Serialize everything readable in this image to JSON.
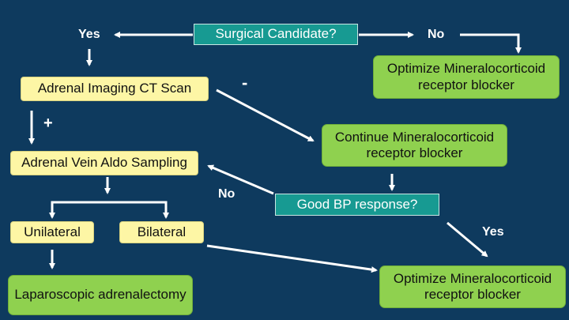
{
  "nodes": {
    "surgical_candidate": "Surgical Candidate?",
    "adrenal_imaging": "Adrenal Imaging CT Scan",
    "optimize_mr_top": "Optimize Mineralocorticoid receptor blocker",
    "continue_mr": "Continue Mineralocorticoid receptor blocker",
    "avs": "Adrenal Vein Aldo Sampling",
    "good_bp": "Good BP response?",
    "unilateral": "Unilateral",
    "bilateral": "Bilateral",
    "lap_adrenalectomy": "Laparoscopic adrenalectomy",
    "optimize_mr_bottom": "Optimize Mineralocorticoid receptor blocker"
  },
  "edge_labels": {
    "yes_top": "Yes",
    "no_top": "No",
    "minus": "-",
    "plus": "+",
    "no_left": "No",
    "yes_right": "Yes"
  },
  "colors": {
    "background": "#0e3a5e",
    "decision": "#179a92",
    "step": "#fdf6a5",
    "outcome": "#8fd14f",
    "arrow": "#ffffff"
  }
}
